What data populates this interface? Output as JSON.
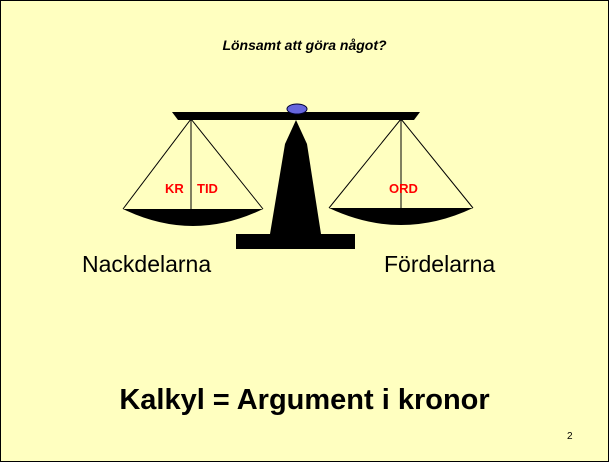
{
  "slide": {
    "title": "Lönsamt att göra något?",
    "left_pan": {
      "words": [
        "KR",
        "TID"
      ],
      "label": "Nackdelarna"
    },
    "right_pan": {
      "words": [
        "ORD"
      ],
      "label": "Fördelarna"
    },
    "formula": "Kalkyl = Argument i kronor",
    "page_number": "2"
  },
  "colors": {
    "background": "#ffffc0",
    "pan_words": "#ff0000",
    "pivot": "#6666dd",
    "scale": "#000000"
  }
}
